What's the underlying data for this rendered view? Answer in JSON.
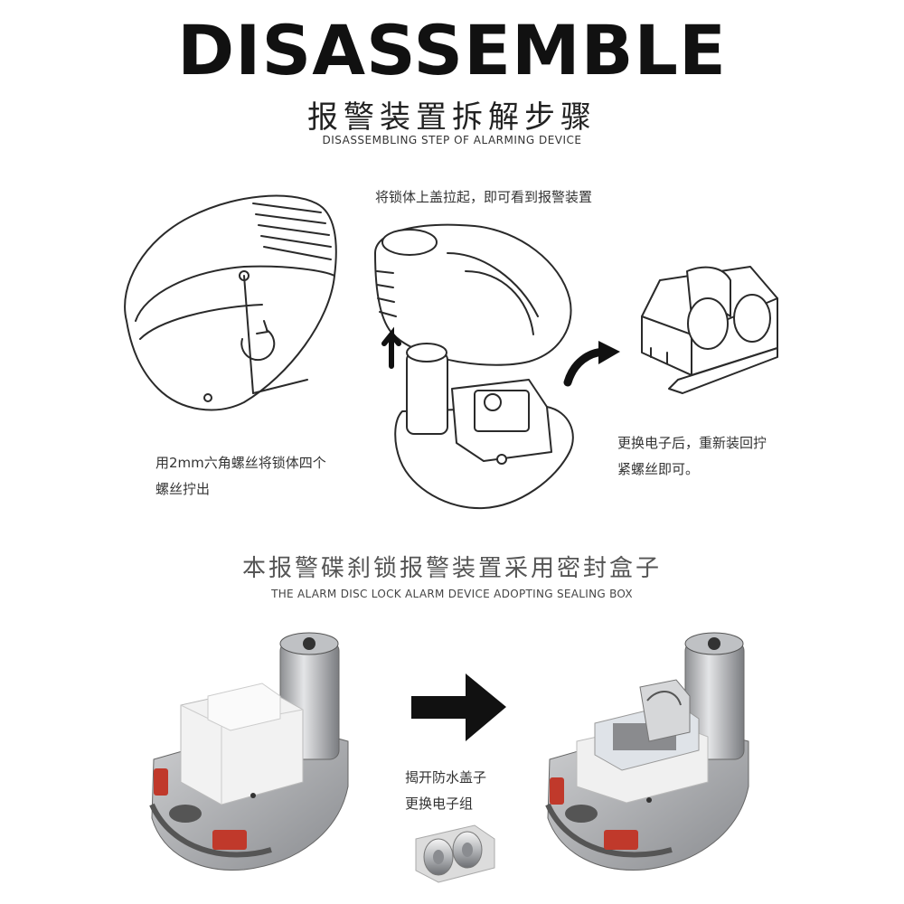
{
  "header": {
    "title": "DISASSEMBLE",
    "subtitle_cn": "报警装置拆解步骤",
    "subtitle_en": "DISASSEMBLING STEP OF ALARMING DEVICE"
  },
  "steps": {
    "step1_line1": "用2mm六角螺丝将锁体四个",
    "step1_line2": "螺丝拧出",
    "step2": "将锁体上盖拉起，即可看到报警装置",
    "step3_line1": "更换电子后，重新装回拧",
    "step3_line2": "紧螺丝即可。"
  },
  "section2": {
    "title_cn": "本报警碟刹锁报警装置采用密封盒子",
    "title_en": "THE ALARM DISC LOCK ALARM DEVICE ADOPTING SEALING BOX",
    "note_line1": "揭开防水盖子",
    "note_line2": "更换电子组"
  }
}
